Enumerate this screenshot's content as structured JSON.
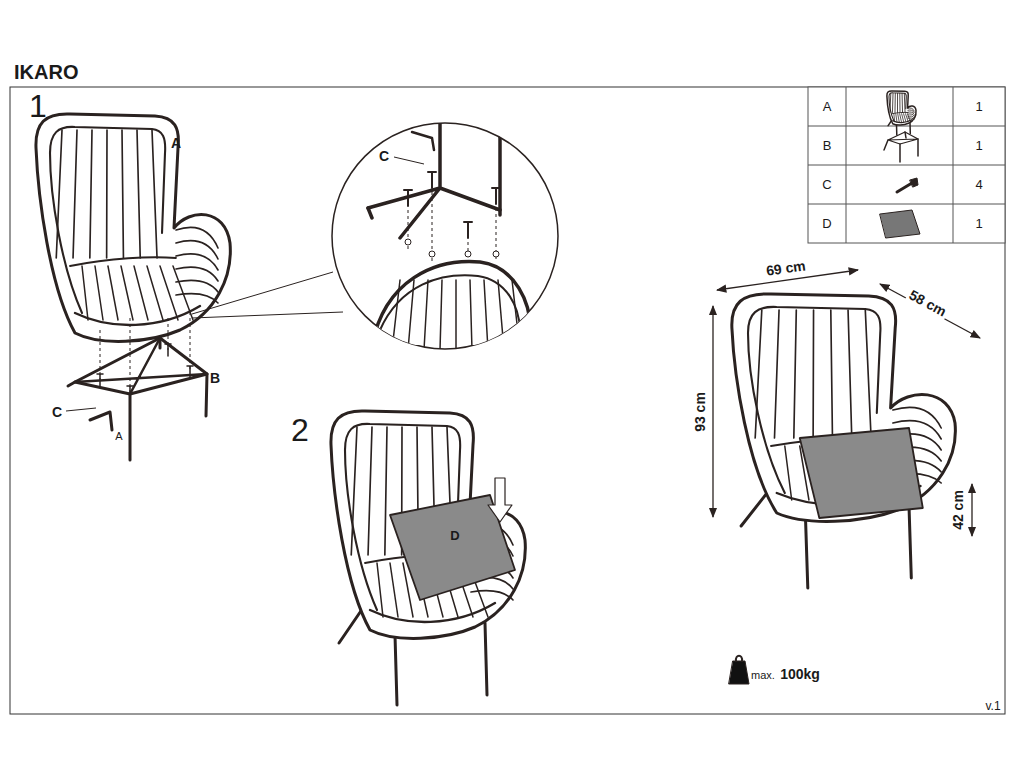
{
  "diagram": {
    "title": "IKARO",
    "labels": [
      "1",
      "A",
      "C",
      "B",
      "C",
      "A",
      "A",
      "1",
      "B",
      "1",
      "C",
      "4",
      "D",
      "1",
      "69 cm",
      "58 cm",
      "93 cm",
      "42 cm",
      "2",
      "D",
      "max.",
      "100kg",
      "v.1"
    ]
  }
}
